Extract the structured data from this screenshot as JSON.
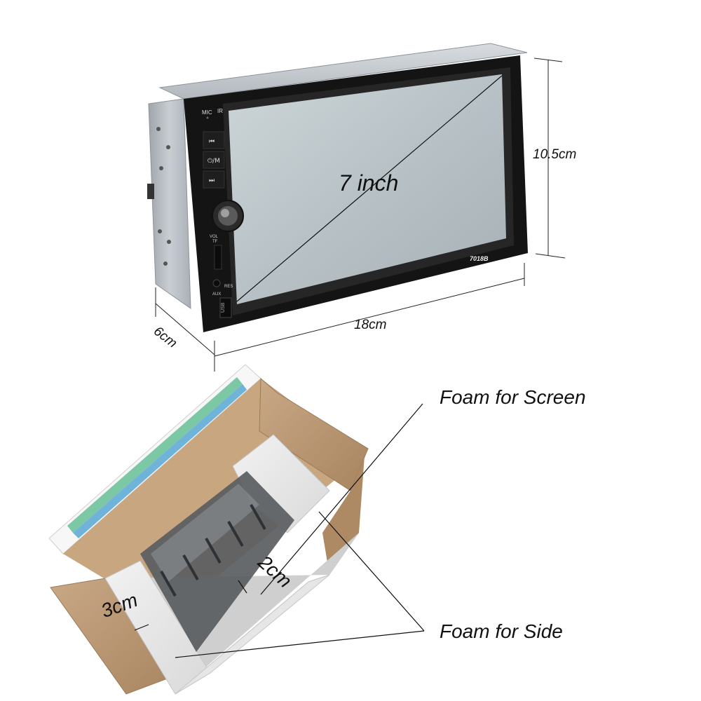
{
  "device": {
    "screen_size_label": "7 inch",
    "model_label": "7018B",
    "panel_labels": {
      "mic": "MIC",
      "ir": "IR",
      "vol": "VOL",
      "tf": "TF",
      "aux": "AUX",
      "res": "RES",
      "usb": "USB"
    },
    "button_icons": [
      "previous-track-icon",
      "power-mode-icon",
      "next-track-icon"
    ]
  },
  "dimensions": {
    "height": "10.5cm",
    "width": "18cm",
    "depth": "6cm"
  },
  "packaging": {
    "foam_screen_label": "Foam for Screen",
    "foam_side_label": "Foam for Side",
    "foam_depth_2": "2cm",
    "foam_depth_3": "3cm"
  },
  "colors": {
    "bezel": "#1a1a1a",
    "screen": "#b9c3c7",
    "chassis": "#b9bfc5",
    "cardboard": "#b7946e",
    "foam": "#e9e9e9"
  }
}
